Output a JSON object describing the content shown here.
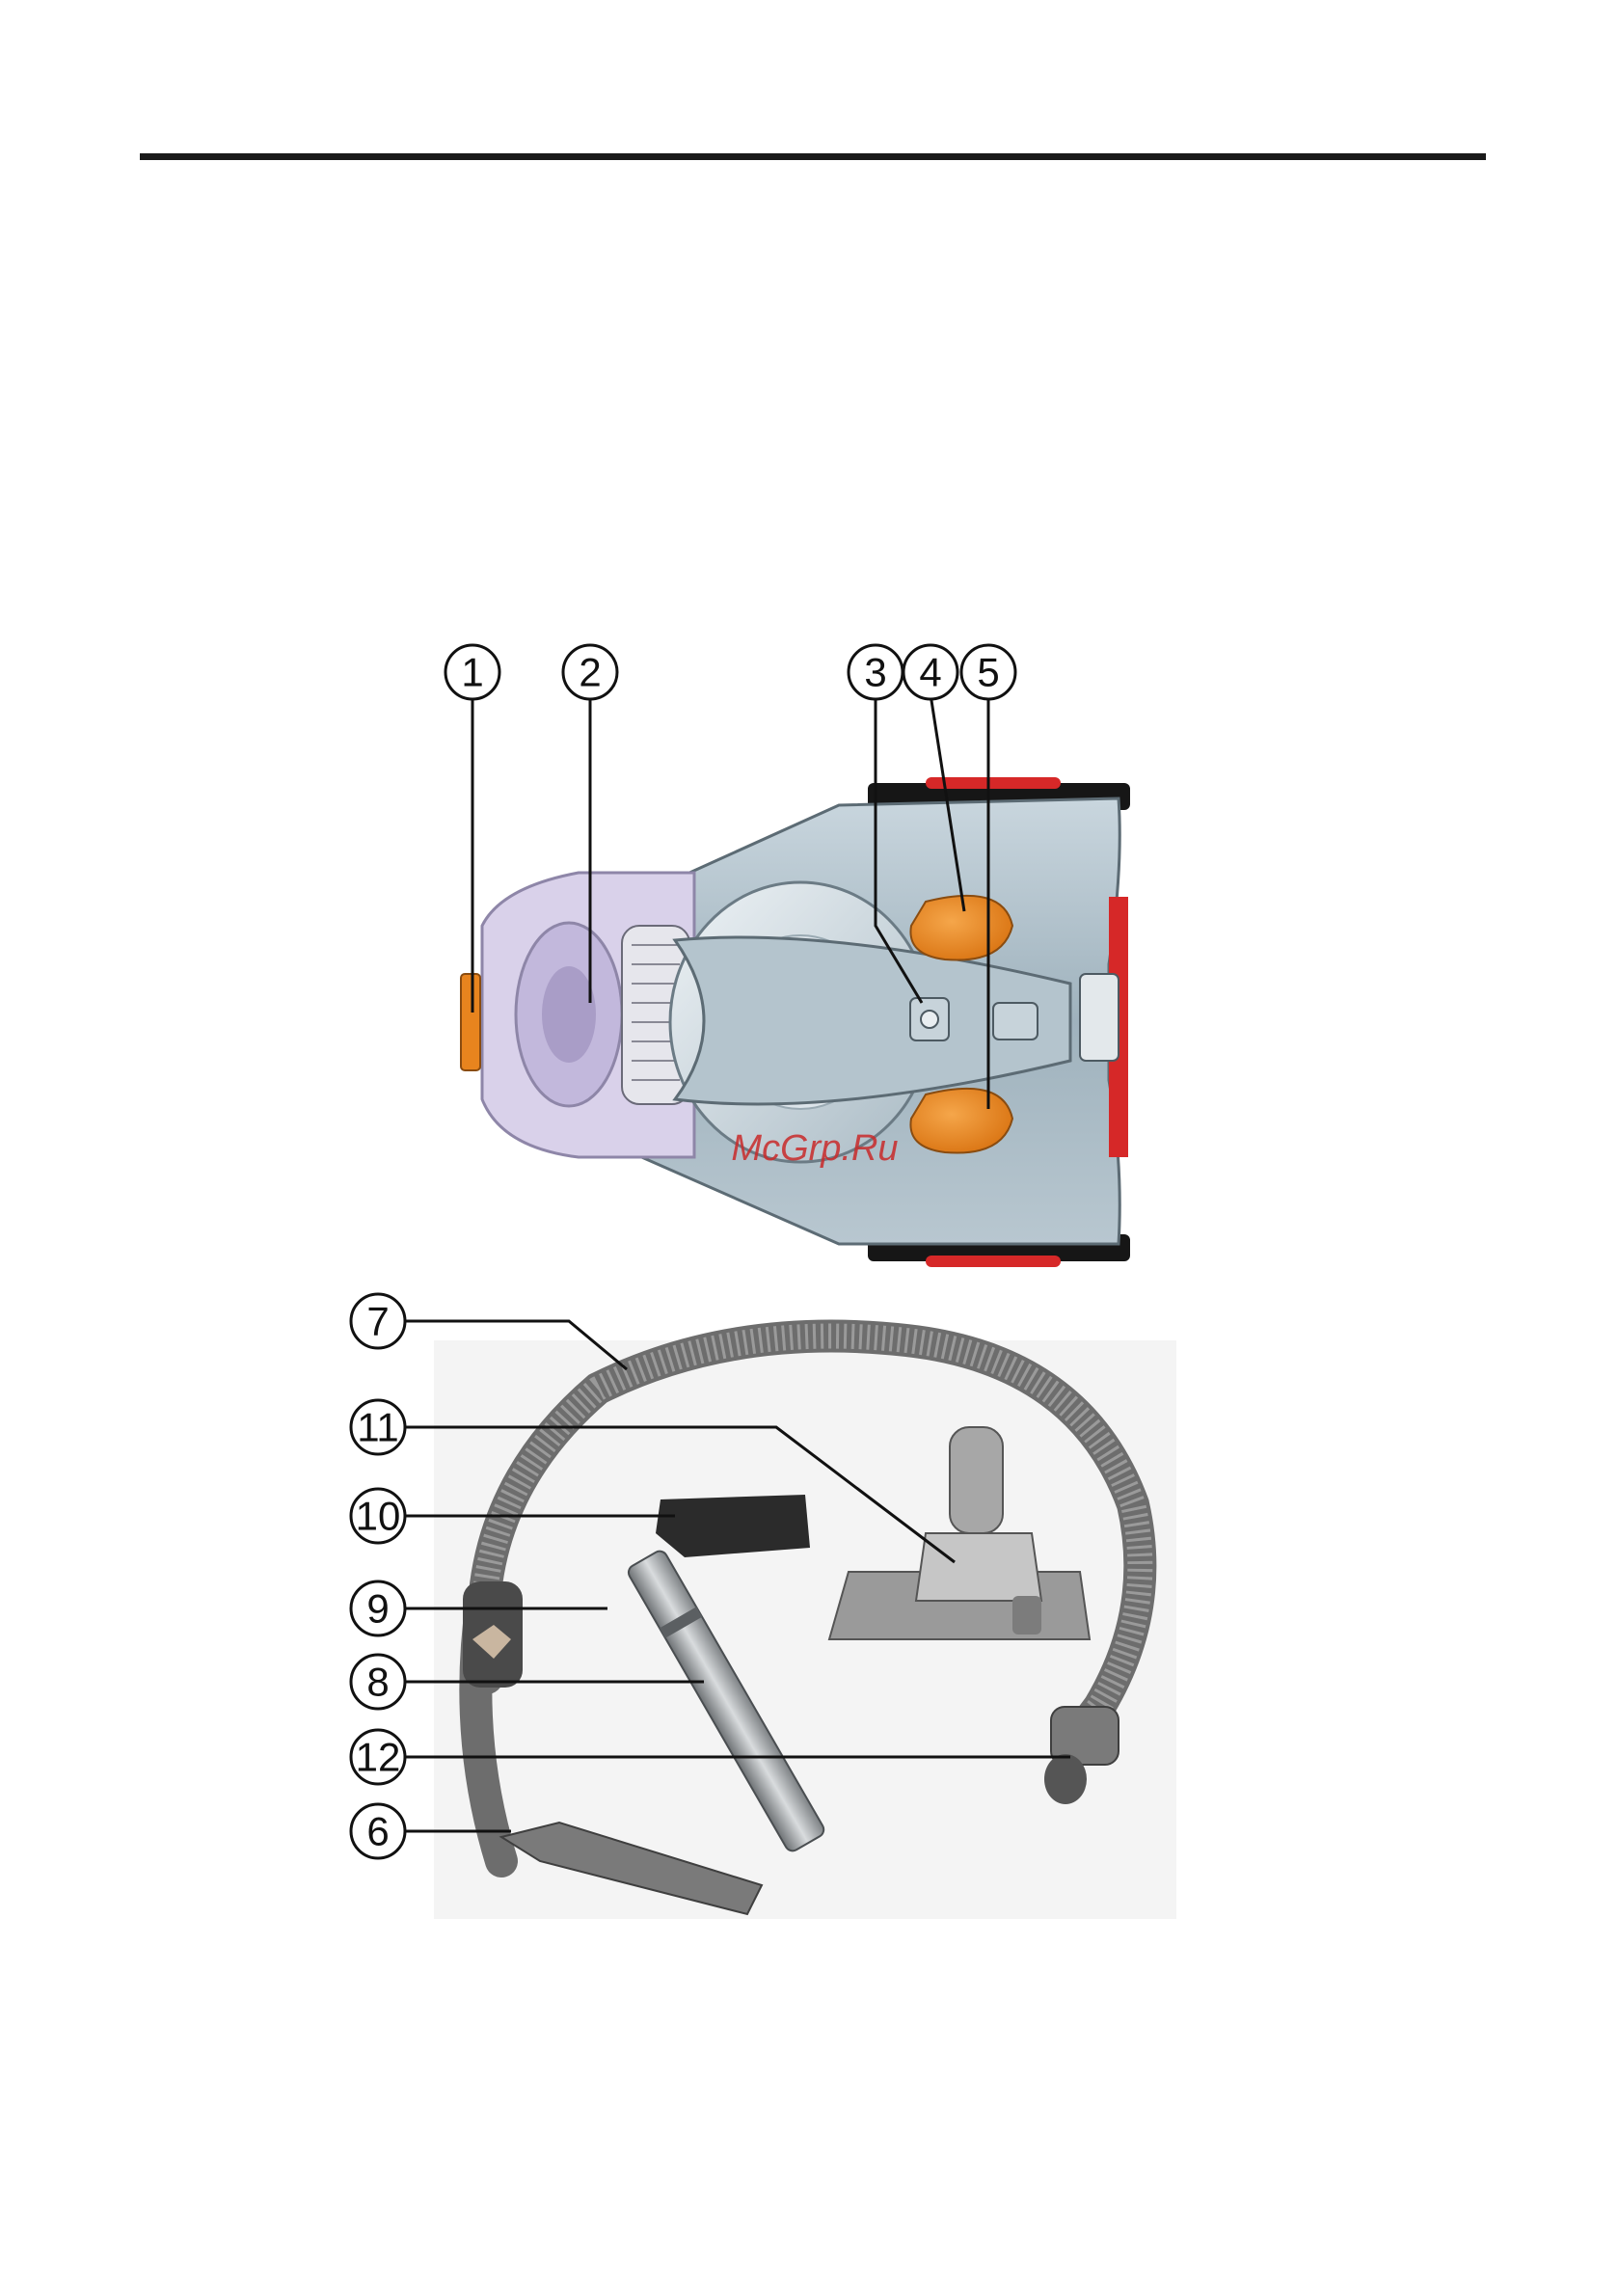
{
  "watermark": "McGrp.Ru",
  "callouts": [
    {
      "id": "1",
      "label": "1"
    },
    {
      "id": "2",
      "label": "2"
    },
    {
      "id": "3",
      "label": "3"
    },
    {
      "id": "4",
      "label": "4"
    },
    {
      "id": "5",
      "label": "5"
    },
    {
      "id": "6",
      "label": "6"
    },
    {
      "id": "7",
      "label": "7"
    },
    {
      "id": "8",
      "label": "8"
    },
    {
      "id": "9",
      "label": "9"
    },
    {
      "id": "10",
      "label": "10"
    },
    {
      "id": "11",
      "label": "11"
    },
    {
      "id": "12",
      "label": "12"
    }
  ],
  "colors": {
    "body": "#a9bcc6",
    "body_light": "#dfe8ee",
    "accent_orange": "#e8841e",
    "wheel_red": "#d62828",
    "dust_container": "#cfc6e2",
    "hose": "#6d6d6d",
    "tube": "#9fa3a6"
  }
}
